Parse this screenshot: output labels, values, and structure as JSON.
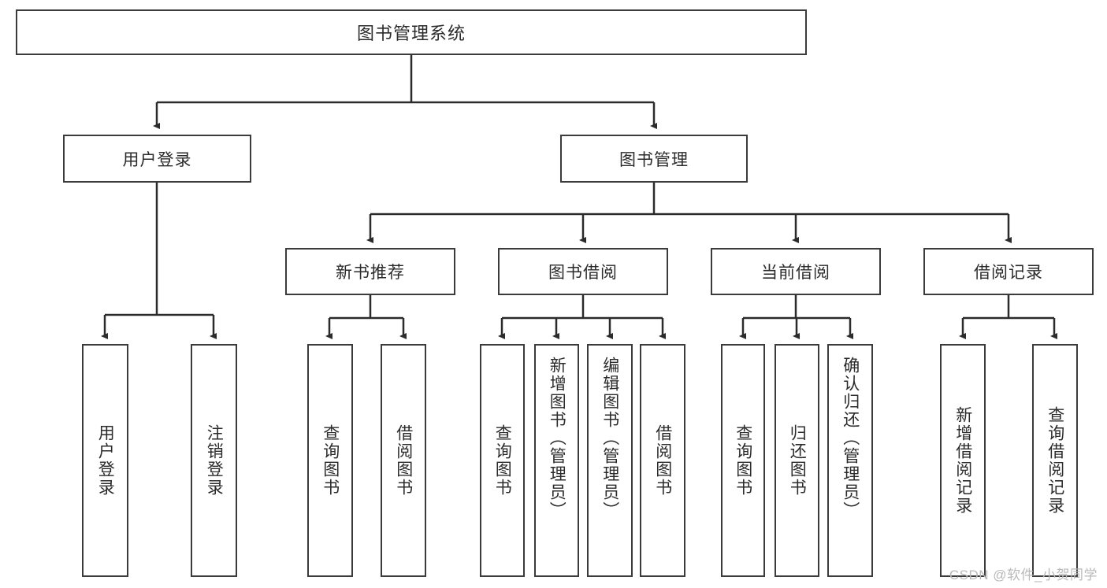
{
  "diagram": {
    "title": "图书管理系统",
    "type": "function-structure-tree",
    "root": {
      "label": "图书管理系统"
    },
    "level2": [
      {
        "id": "user-login",
        "label": "用户登录"
      },
      {
        "id": "book-manage",
        "label": "图书管理"
      }
    ],
    "level3": [
      {
        "id": "new-book-recommend",
        "label": "新书推荐",
        "parent": "book-manage"
      },
      {
        "id": "book-borrow",
        "label": "图书借阅",
        "parent": "book-manage"
      },
      {
        "id": "current-borrow",
        "label": "当前借阅",
        "parent": "book-manage"
      },
      {
        "id": "borrow-record",
        "label": "借阅记录",
        "parent": "book-manage"
      }
    ],
    "leaves": {
      "user-login": [
        {
          "id": "leaf-user-login",
          "label": "用户登录"
        },
        {
          "id": "leaf-user-logout",
          "label": "注销登录"
        }
      ],
      "new-book-recommend": [
        {
          "id": "leaf-query-book-1",
          "label": "查询图书"
        },
        {
          "id": "leaf-borrow-book-1",
          "label": "借阅图书"
        }
      ],
      "book-borrow": [
        {
          "id": "leaf-query-book-2",
          "label": "查询图书"
        },
        {
          "id": "leaf-add-book",
          "label": "新增图书（管理员）"
        },
        {
          "id": "leaf-edit-book",
          "label": "编辑图书（管理员）"
        },
        {
          "id": "leaf-borrow-book-2",
          "label": "借阅图书"
        }
      ],
      "current-borrow": [
        {
          "id": "leaf-query-book-3",
          "label": "查询图书"
        },
        {
          "id": "leaf-return-book",
          "label": "归还图书"
        },
        {
          "id": "leaf-confirm-return",
          "label": "确认归还（管理员）"
        }
      ],
      "borrow-record": [
        {
          "id": "leaf-add-record",
          "label": "新增借阅记录"
        },
        {
          "id": "leaf-query-record",
          "label": "查询借阅记录"
        }
      ]
    },
    "colors": {
      "box_border": "#3b3b3b",
      "box_fill": "#ffffff",
      "connector": "#2b2b2b",
      "text": "#2b2b2b",
      "watermark": "#b9b9b9"
    }
  },
  "watermark": {
    "text": "CSDN @软件_小贺同学"
  }
}
